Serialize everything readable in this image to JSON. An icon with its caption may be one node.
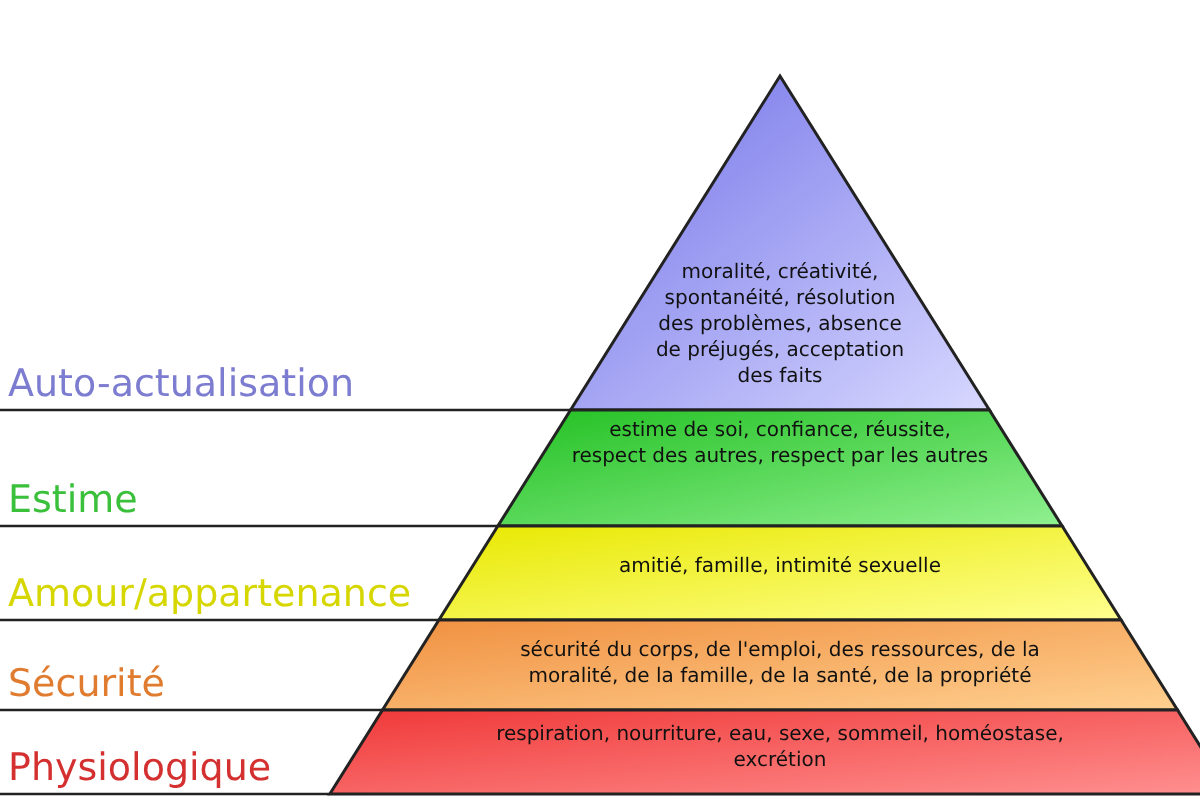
{
  "diagram": {
    "nodes": [
      {
        "text": [
          "Auto-actualisation",
          "moralité, créativité, spontanéité, résolution des problèmes, absence de préjugés, acceptation des faits"
        ]
      },
      {
        "text": [
          "Estime",
          "estime de soi, confiance, réussite, respect des autres, respect par les autres"
        ]
      },
      {
        "text": [
          "Amour/appartenance",
          "amitié, famille, intimité sexuelle"
        ]
      },
      {
        "text": [
          "Sécurité",
          "sécurité du corps, de l'emploi, des ressources, de la moralité, de la famille, de la santé, de la propriété"
        ]
      },
      {
        "text": [
          "Physiologique",
          "respiration, nourriture, eau, sexe, sommeil, homéostase, excrétion"
        ]
      }
    ]
  }
}
